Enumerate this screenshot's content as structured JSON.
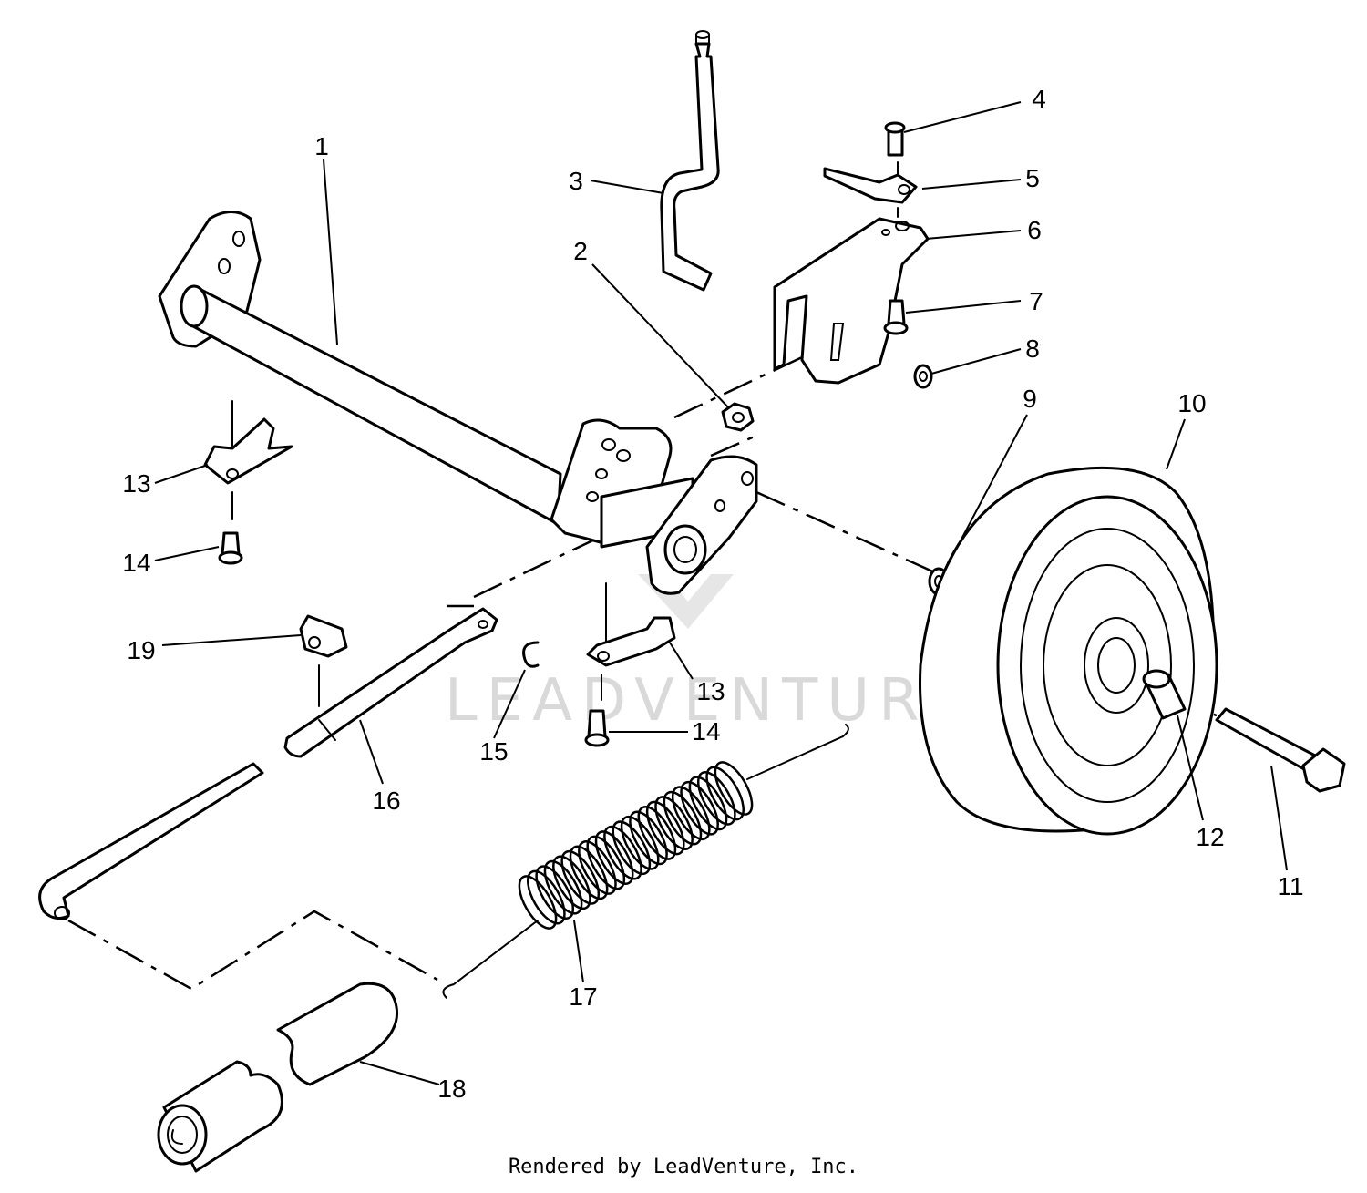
{
  "watermark": "LEADVENTURE",
  "footer": "Rendered by LeadVenture, Inc.",
  "callouts": {
    "p1": "1",
    "p2": "2",
    "p3": "3",
    "p4": "4",
    "p5": "5",
    "p6": "6",
    "p7": "7",
    "p8": "8",
    "p9": "9",
    "p10": "10",
    "p11": "11",
    "p12": "12",
    "p13a": "13",
    "p13b": "13",
    "p14a": "14",
    "p14b": "14",
    "p15": "15",
    "p16": "16",
    "p17": "17",
    "p18": "18",
    "p19": "19"
  }
}
